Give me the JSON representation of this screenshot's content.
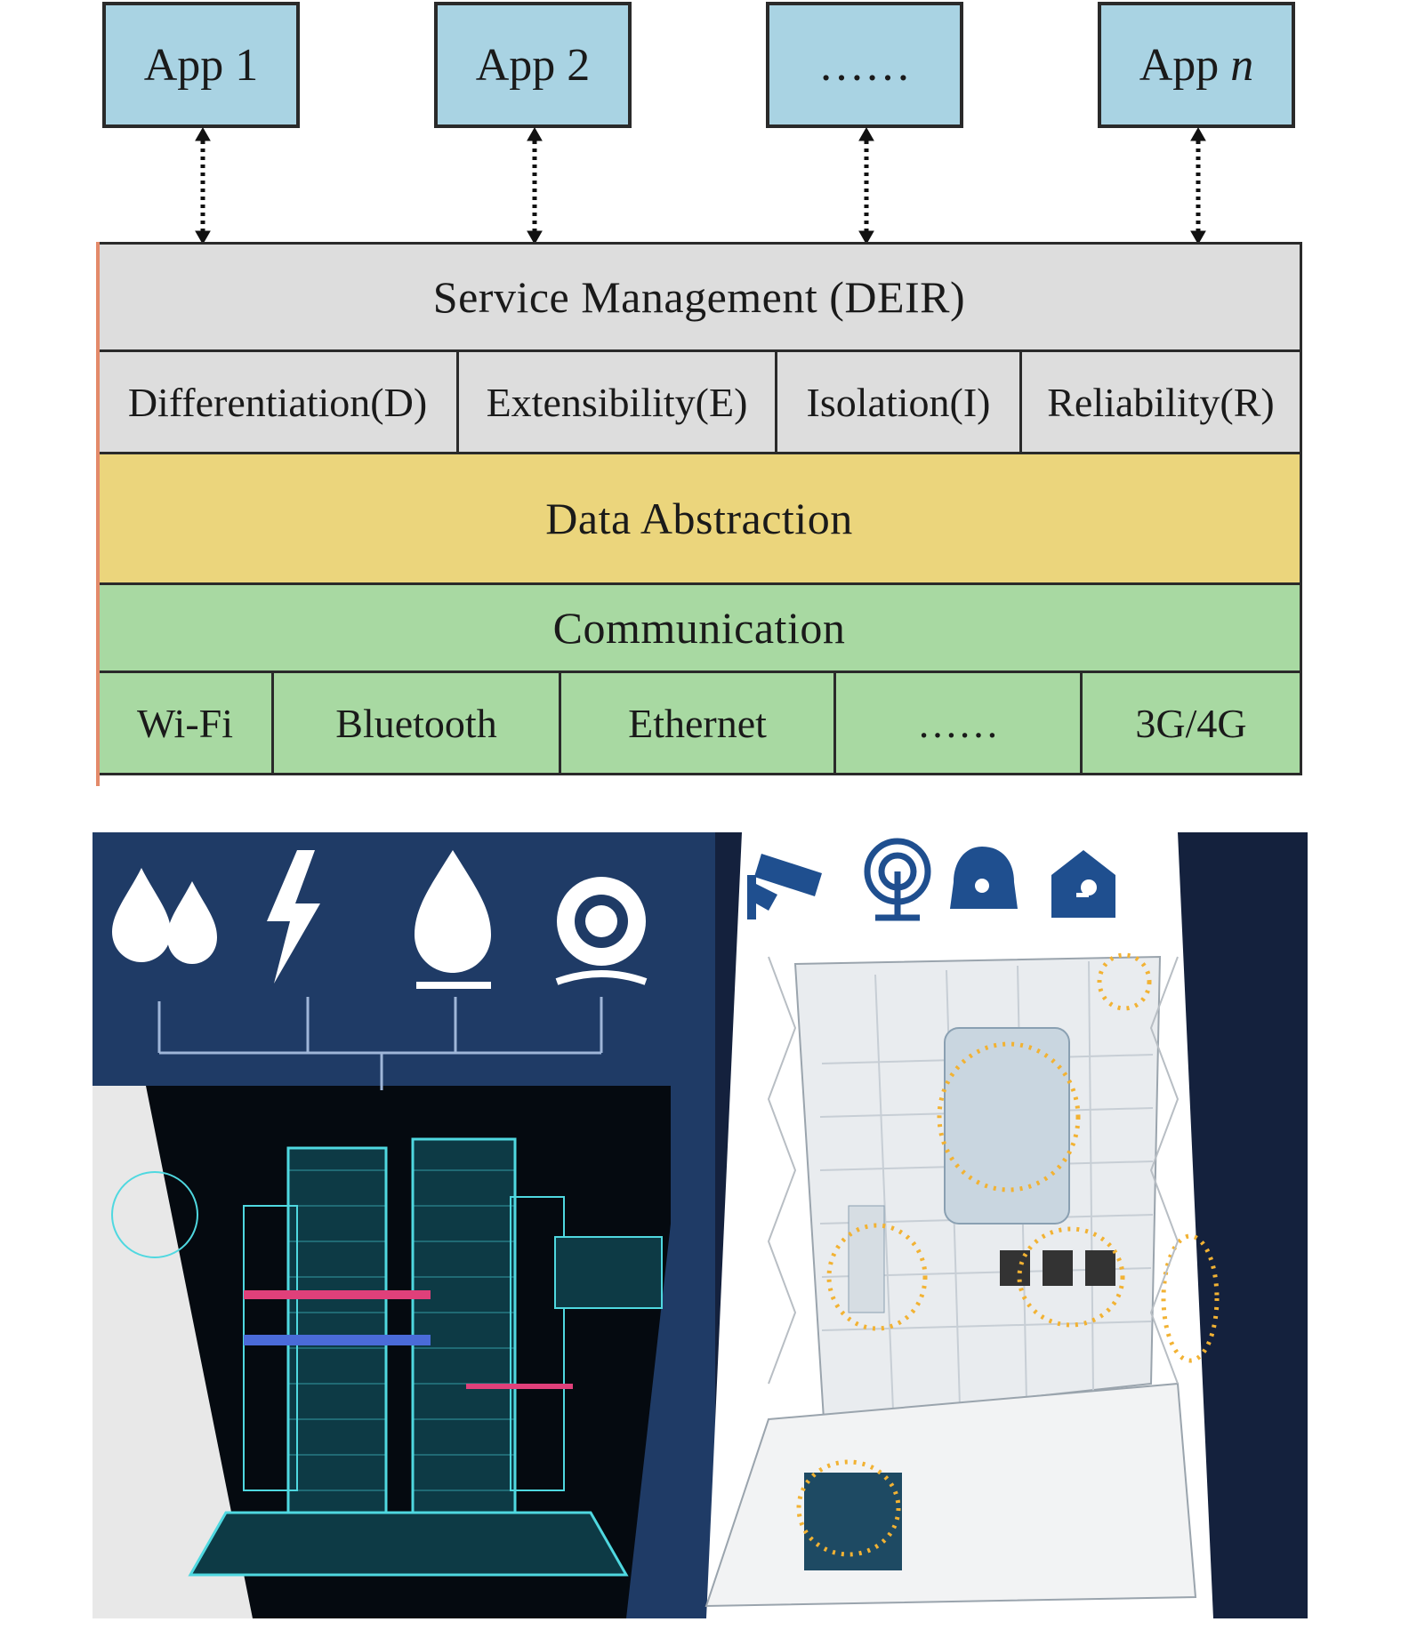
{
  "apps": [
    {
      "label": "App 1"
    },
    {
      "label": "App 2"
    },
    {
      "label": "……"
    },
    {
      "label_prefix": "App ",
      "label_italic": "n"
    }
  ],
  "service_management": {
    "title": "Service Management (DEIR)",
    "properties": [
      "Differentiation(D)",
      "Extensibility(E)",
      "Isolation(I)",
      "Reliability(R)"
    ]
  },
  "data_abstraction": {
    "title": "Data Abstraction"
  },
  "communication": {
    "title": "Communication",
    "protocols": [
      "Wi-Fi",
      "Bluetooth",
      "Ethernet",
      "……",
      "3G/4G"
    ]
  },
  "colors": {
    "app_box": "#a9d3e3",
    "service_layer": "#dddddd",
    "data_layer": "#ebd57c",
    "communication_layer": "#a8d9a2",
    "left_panel_bg": "#1f3b66",
    "hologram": "#4fd8e0",
    "highlight_ring": "#f2b233"
  },
  "photo_panels": {
    "left_icons": [
      "water-drops-icon",
      "lightning-icon",
      "gas-flame-icon",
      "camera-sensor-icon"
    ],
    "right_icons": [
      "cctv-camera-icon",
      "wireless-antenna-icon",
      "alarm-bell-icon",
      "home-key-icon"
    ]
  }
}
